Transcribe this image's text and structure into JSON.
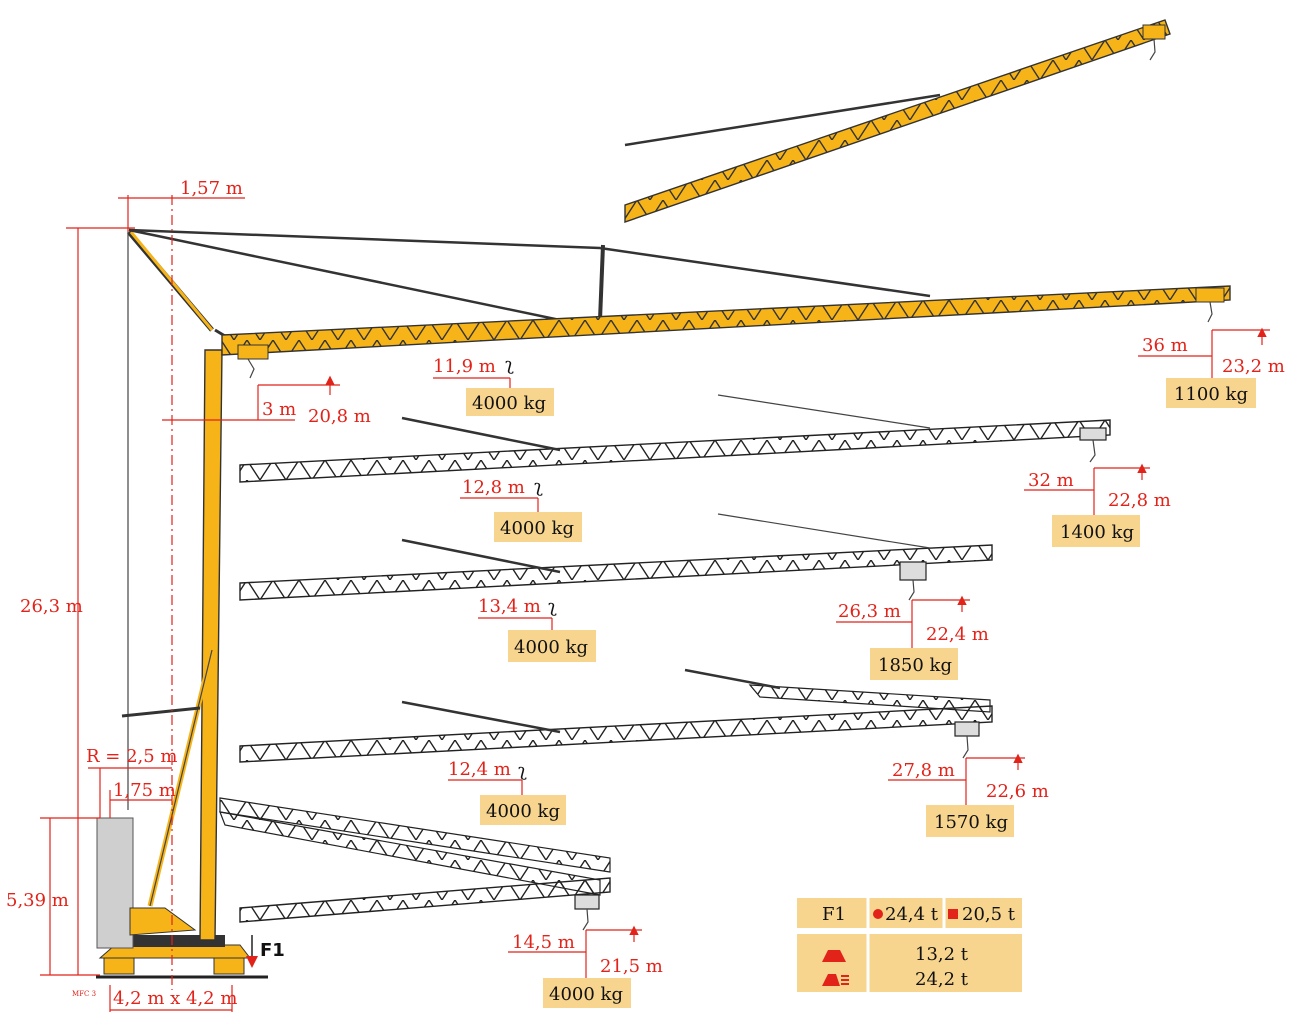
{
  "colors": {
    "crane_yellow": "#f6b418",
    "dimension_red": "#e2231a",
    "label_box": "#f7d58f",
    "mast_grey": "#cfcfcf"
  },
  "dimensions": {
    "top_offset": "1,57 m",
    "total_height": "26,3 m",
    "base_height": "5,39 m",
    "radius": "R = 2,5 m",
    "counterweight_offset": "1,75 m",
    "base_size": "4,2 m x 4,2 m",
    "min_radius": "3 m",
    "min_radius_height": "20,8 m",
    "model_code": "MFC 3",
    "f1_label": "F1"
  },
  "configurations": [
    {
      "mid_radius": "11,9 m",
      "mid_load": "4000 kg",
      "tip_radius": "36 m",
      "tip_height": "23,2 m",
      "tip_load": "1100 kg"
    },
    {
      "mid_radius": "12,8 m",
      "mid_load": "4000 kg",
      "tip_radius": "32 m",
      "tip_height": "22,8 m",
      "tip_load": "1400 kg"
    },
    {
      "mid_radius": "13,4 m",
      "mid_load": "4000 kg",
      "tip_radius": "26,3 m",
      "tip_height": "22,4 m",
      "tip_load": "1850 kg"
    },
    {
      "mid_radius": "12,4 m",
      "mid_load": "4000 kg",
      "tip_radius": "27,8 m",
      "tip_height": "22,6 m",
      "tip_load": "1570 kg"
    },
    {
      "tip_radius": "14,5 m",
      "tip_height": "21,5 m",
      "tip_load": "4000 kg"
    }
  ],
  "table": {
    "f1_label": "F1",
    "f1_value_a": "24,4 t",
    "f1_value_b": "20,5 t",
    "weight_1": "13,2 t",
    "weight_2": "24,2 t",
    "icon_a": "circle-icon",
    "icon_b": "square-icon",
    "icon_weight": "weight-icon",
    "icon_ballast": "ballast-icon"
  }
}
